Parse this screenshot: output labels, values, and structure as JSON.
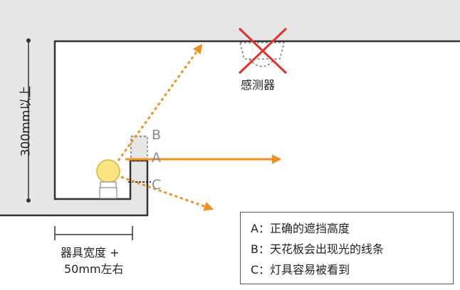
{
  "labels": {
    "height_dim": "300mm以上",
    "sensor": "感测器",
    "width_dim_line1": "器具宽度 +",
    "width_dim_line2": "50mm左右",
    "mark_a": "A",
    "mark_b": "B",
    "mark_c": "C"
  },
  "legend": {
    "items": [
      {
        "key": "A",
        "text": "A：正确的遮挡高度"
      },
      {
        "key": "B",
        "text": "B：天花板会出现光的线条"
      },
      {
        "key": "C",
        "text": "C：灯具容易被看到"
      }
    ]
  },
  "colors": {
    "ceiling": "#e6e6e6",
    "wall_stroke": "#333333",
    "arrow": "#f0901e",
    "cross": "#e8302a",
    "bulb": "#fbe583",
    "label_gray": "#8a8a8a"
  },
  "icons": {
    "bulb": "light-bulb-icon",
    "sensor": "sensor-icon",
    "no_mark": "cross-mark-icon"
  }
}
